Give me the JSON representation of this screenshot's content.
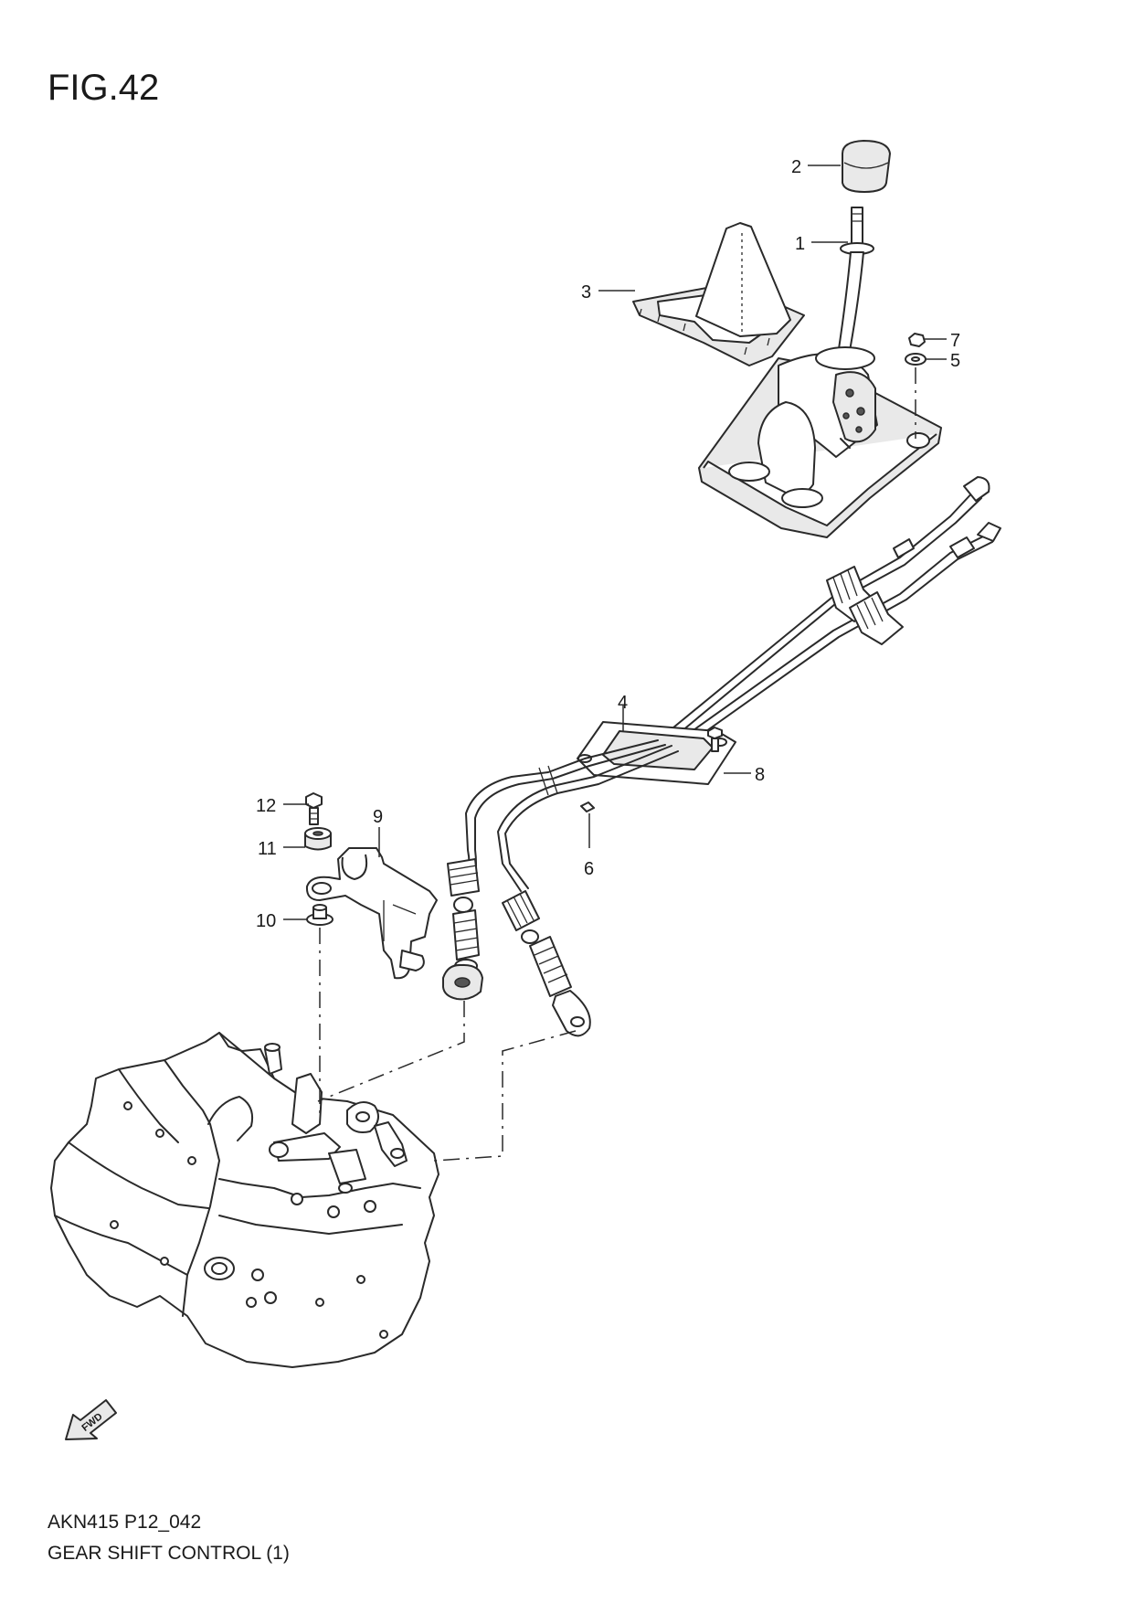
{
  "figure": {
    "title": "FIG.42"
  },
  "footer": {
    "code": "AKN415 P12_042",
    "name": "GEAR SHIFT CONTROL (1)"
  },
  "fwd_arrow": {
    "label": "FWD"
  },
  "callouts": {
    "c1": "1",
    "c2": "2",
    "c3": "3",
    "c4": "4",
    "c5": "5",
    "c6": "6",
    "c7": "7",
    "c8": "8",
    "c9": "9",
    "c10": "10",
    "c11": "11",
    "c12": "12"
  }
}
